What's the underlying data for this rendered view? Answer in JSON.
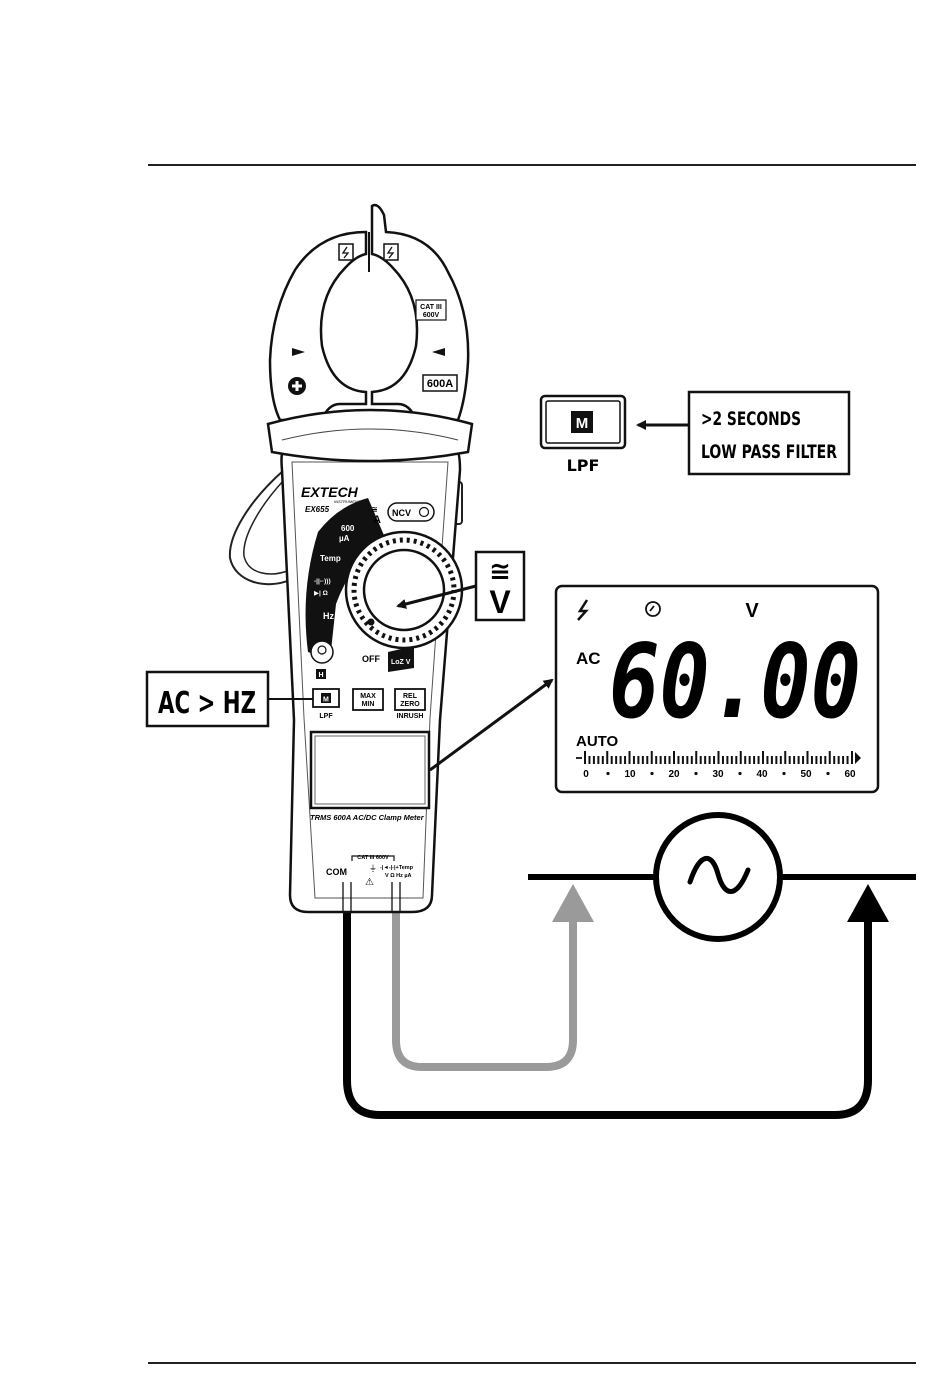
{
  "meter": {
    "brand": "EXTECH",
    "brand_sub": "INSTRUMENTS",
    "model": "EX655",
    "jaw_cat": "CAT III",
    "jaw_cat_v": "600V",
    "jaw_rating": "600A",
    "dial": {
      "a": "A",
      "ncv": "NCV",
      "ua600": "600",
      "ua": "µA",
      "temp": "Temp",
      "cap": "-||-·)))",
      "diode": "▶| Ω",
      "hz": "Hz",
      "v": "V",
      "off": "OFF",
      "loz": "LoZ V"
    },
    "light_label": "H",
    "buttons": [
      {
        "label": "M",
        "sub": "LPF"
      },
      {
        "label": "MAX MIN",
        "sub": ""
      },
      {
        "label": "REL ZERO",
        "sub": "INRUSH"
      }
    ],
    "bottom_text": "TRMS 600A AC/DC Clamp Meter",
    "jack_cat": "CAT III 600V",
    "jack_com": "COM",
    "jack_v": "V Ω Hz µA",
    "jack_temp": "-|◄-|-|+Temp"
  },
  "callouts": {
    "lpf_button": "M",
    "lpf_label": "LPF",
    "lpf_box_line1": ">2 SECONDS",
    "lpf_box_line2": "LOW PASS FILTER",
    "ac_hz": "AC > HZ",
    "mode_symbol": "≅",
    "mode_unit": "V"
  },
  "lcd": {
    "unit": "V",
    "mode": "AC",
    "reading": "60.00",
    "range": "AUTO",
    "scale": [
      "0",
      "10",
      "20",
      "30",
      "40",
      "50",
      "60"
    ]
  }
}
